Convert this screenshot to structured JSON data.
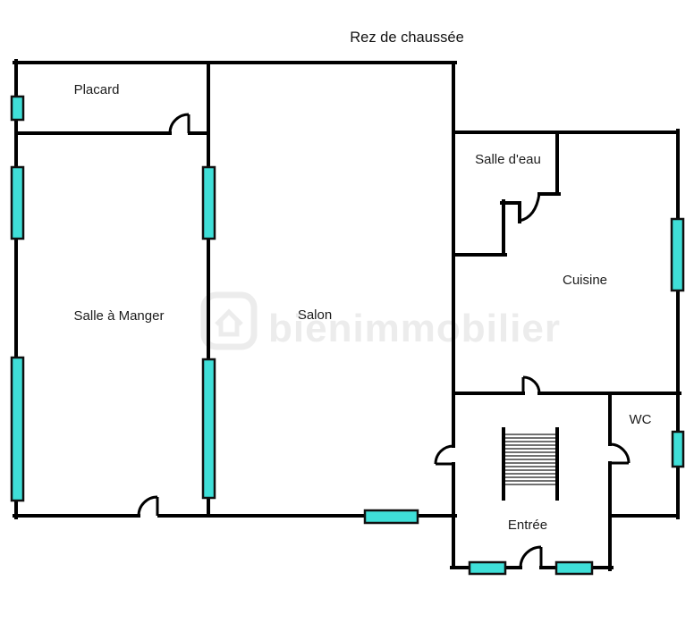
{
  "title": "Rez de chaussée",
  "watermark": {
    "text": "bienimmobilier"
  },
  "colors": {
    "wall": "#000000",
    "window_fill": "#3fdfd8",
    "window_border": "#101010",
    "background": "#ffffff",
    "watermark": "#ececec",
    "label_text": "#1c1c1c"
  },
  "rooms": [
    {
      "name": "placard",
      "label": "Placard"
    },
    {
      "name": "salle-a-manger",
      "label": "Salle à Manger"
    },
    {
      "name": "salon",
      "label": "Salon"
    },
    {
      "name": "salle-deau",
      "label": "Salle d'eau"
    },
    {
      "name": "cuisine",
      "label": "Cuisine"
    },
    {
      "name": "wc",
      "label": "WC"
    },
    {
      "name": "entree",
      "label": "Entrée"
    }
  ]
}
